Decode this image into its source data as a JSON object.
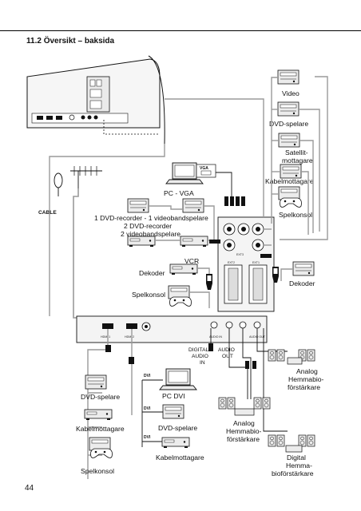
{
  "section": {
    "title": "11.2 Översikt – baksida"
  },
  "page_number": "44",
  "devices_right": {
    "video": "Video",
    "dvd_player": "DVD-spelare",
    "satellite_line1": "Satellit-",
    "satellite_line2": "mottagare",
    "cable_receiver": "Kabelmottagare",
    "game_console": "Spelkonsol",
    "decoder": "Dekoder"
  },
  "devices_left": {
    "pc_vga": "PC - VGA",
    "recorder_line1": "1 DVD-recorder - 1 videobandspelare",
    "recorder_line2": "2 DVD-recorder",
    "recorder_line3": "2 videobandspelare",
    "vcr": "VCR",
    "decoder": "Dekoder",
    "game_console": "Spelkonsol",
    "cable": "CABLE"
  },
  "devices_bottom": {
    "dvd_player": "DVD-spelare",
    "cable_receiver": "Kabelmottagare",
    "game_console": "Spelkonsol",
    "pc_dvi": "PC DVI",
    "dvd_player_dvi": "DVD-spelare",
    "cable_receiver_dvi": "Kabelmottagare",
    "digital_audio_line1": "DIGITAL",
    "digital_audio_line2": "AUDIO",
    "digital_audio_line3": "IN",
    "audio_out_line1": "AUDIO",
    "audio_out_line2": "OUT",
    "analog_hc1_line1": "Analog",
    "analog_hc1_line2": "Hemmabio-",
    "analog_hc1_line3": "förstärkare",
    "analog_hc2_line1": "Analog",
    "analog_hc2_line2": "Hemmabio-",
    "analog_hc2_line3": "förstärkare",
    "digital_hc_line1": "Digital",
    "digital_hc_line2": "Hemma-",
    "digital_hc_line3": "bioförstärkare"
  },
  "connector_labels": {
    "vga": "VGA",
    "ext1": "EXT1",
    "ext2": "EXT2",
    "ext3": "EXT3",
    "dvi": "DVI",
    "hdmi1": "HDMI 1",
    "hdmi2": "HDMI 2",
    "audio_in": "AUDIO IN",
    "audio_out_panel": "AUDIO OUT"
  },
  "colors": {
    "line": "#111111",
    "cable_grey": "#9a9a9a",
    "device_fill": "#ececec",
    "panel_fill": "#f4f4f4"
  }
}
